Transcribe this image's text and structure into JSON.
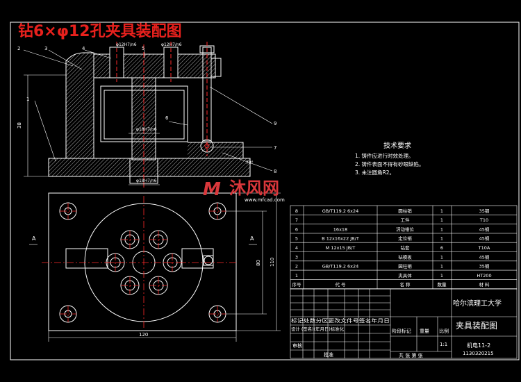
{
  "drawing": {
    "title": "钻6×φ12孔夹具装配图",
    "part_callouts": [
      "1",
      "2",
      "3",
      "4",
      "5",
      "6",
      "7",
      "8",
      "9"
    ],
    "dimensions": {
      "top_left_fit": "φ12H7/n6",
      "top_center_fit": "φ12H7/n6",
      "center_fit": "φ18H7/n6",
      "bottom_fit": "φ18H7/n6",
      "height_left": "38",
      "plan_width": "120",
      "plan_height": "110",
      "plan_inner": "80",
      "angle": "70°"
    },
    "section_marks": [
      "A",
      "A"
    ]
  },
  "tech_requirements": {
    "heading": "技术要求",
    "items": [
      "1. 铸件应进行时效处理。",
      "2. 铸件表面不得有砂眼缺陷。",
      "3. 未注圆角R2。"
    ]
  },
  "watermark": {
    "brand": "沐风网",
    "url": "www.mfcad.com"
  },
  "bom": {
    "rows": [
      {
        "no": "8",
        "code": "GB/T119.2 6x24",
        "name": "圆柱销",
        "qty": "1",
        "material": "35钢"
      },
      {
        "no": "7",
        "code": "",
        "name": "工件",
        "qty": "1",
        "material": "T10"
      },
      {
        "no": "6",
        "code": "16x18",
        "name": "活动钳位",
        "qty": "1",
        "material": "45钢"
      },
      {
        "no": "5",
        "code": "B 12x16x22 JB/T",
        "name": "定位销",
        "qty": "1",
        "material": "45钢"
      },
      {
        "no": "4",
        "code": "M 12x15 JB/T",
        "name": "钻套",
        "qty": "6",
        "material": "T10A"
      },
      {
        "no": "3",
        "code": "",
        "name": "钻模板",
        "qty": "1",
        "material": "45钢"
      },
      {
        "no": "2",
        "code": "GB/T119.2 6x24",
        "name": "圆柱销",
        "qty": "1",
        "material": "35钢"
      },
      {
        "no": "1",
        "code": "",
        "name": "夹具体",
        "qty": "1",
        "material": "HT200"
      }
    ],
    "header": {
      "no": "序号",
      "code": "代    号",
      "name": "名    称",
      "qty": "数量",
      "material": "材    料"
    }
  },
  "title_block": {
    "school": "哈尔滨理工大学",
    "drawing_name": "夹具装配图",
    "drawing_no": "机电11-2",
    "code": "1130320215",
    "scale": "1:1",
    "sheets": "共   张   第   张",
    "change_row": "标记处数分区更改文件号签名年月日",
    "design_row": "设计 (签名)(年月日)标准化",
    "stage_label": "阶段标记",
    "weight_label": "重量",
    "scale_label": "比例",
    "review_label": "审核",
    "approve_label": "批准"
  },
  "colors": {
    "title": "#e8211d",
    "outline": "#ffffff",
    "center": "#ff2a2a",
    "hatch": "#e8e8e8",
    "table": "#ffffff",
    "table_fill": "#ffffff",
    "watermark": "#d9373b"
  }
}
